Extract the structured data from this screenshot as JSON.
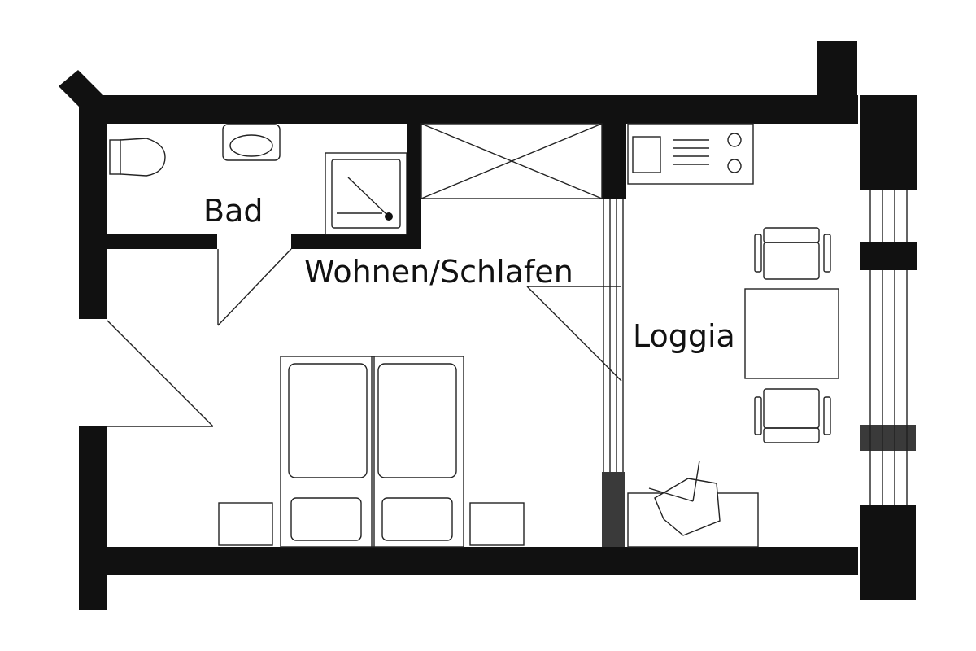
{
  "rooms": {
    "bath": "Bad",
    "living": "Wohnen/Schlafen",
    "loggia": "Loggia"
  },
  "colors": {
    "wall": "#111111",
    "line": "#222222",
    "background": "#ffffff"
  }
}
